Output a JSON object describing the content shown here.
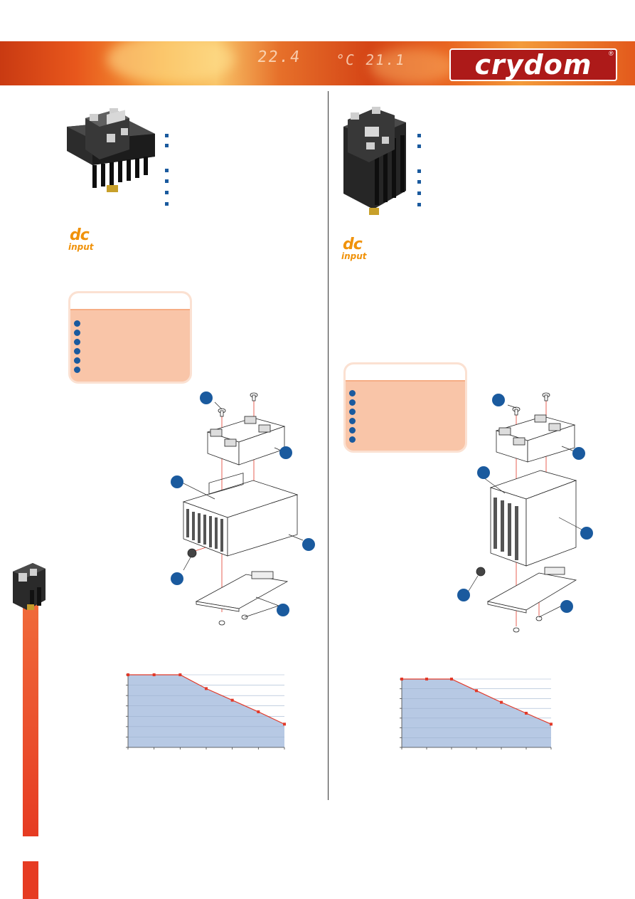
{
  "header": {
    "brand": "crydom",
    "registered_mark": "®",
    "readout_left": "22.4",
    "readout_right": "°C 21.1"
  },
  "left_product": {
    "badge_dc": "dc",
    "badge_input": "input"
  },
  "right_product": {
    "badge_dc": "dc",
    "badge_input": "input"
  },
  "colors": {
    "accent_blue": "#1a5a9e",
    "brand_red": "#ad1a19",
    "badge_orange": "#f0920a",
    "parts_box": "#f9c5a8",
    "chart_line": "#e23a2a",
    "chart_fill": "#b7c9e4"
  },
  "chart_data": [
    {
      "type": "area",
      "x": [
        0,
        1,
        2,
        3,
        4,
        5,
        6
      ],
      "values": [
        100,
        100,
        100,
        81,
        65,
        49,
        32
      ],
      "ylim": [
        0,
        100
      ],
      "grid": true
    },
    {
      "type": "area",
      "x": [
        0,
        1,
        2,
        3,
        4,
        5,
        6
      ],
      "values": [
        100,
        100,
        100,
        83,
        66,
        50,
        34
      ],
      "ylim": [
        0,
        100
      ],
      "grid": true
    }
  ]
}
